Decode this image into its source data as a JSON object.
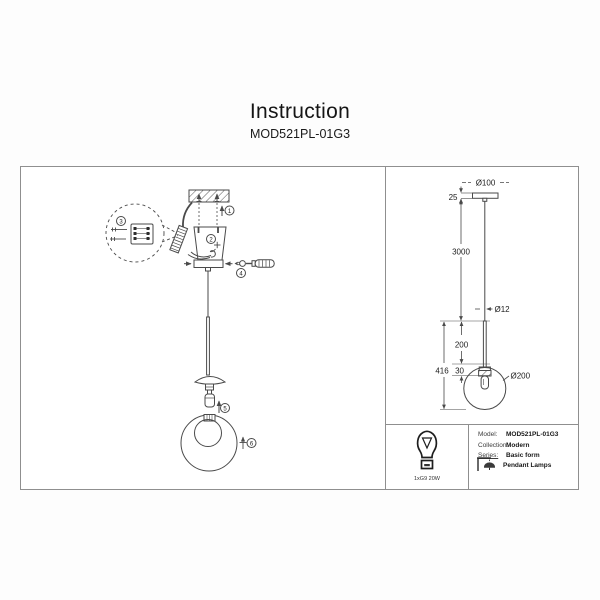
{
  "title": {
    "heading": "Instruction",
    "model": "MOD521PL-01G3"
  },
  "assembly": {
    "steps": [
      "1",
      "2",
      "3",
      "4",
      "5",
      "6"
    ]
  },
  "dimensions": {
    "canopy_diameter": "Ø100",
    "canopy_height": "25",
    "cable_length": "3000",
    "rod_diameter": "Ø12",
    "rod_length": "200",
    "socket_height": "30",
    "fixture_height": "416",
    "globe_diameter": "Ø200"
  },
  "spec_table": {
    "bulb_label": "1xG9 20W",
    "bulb_icon": "light-bulb-icon",
    "series_icon": "pendant-lamp-icon",
    "rows": [
      {
        "label": "Model:",
        "value": "MOD521PL-01G3"
      },
      {
        "label": "Collection:",
        "value": "Modern"
      },
      {
        "label": "Series:",
        "value": "Basic form"
      },
      {
        "label": "",
        "value": "Pendant Lamps"
      }
    ]
  },
  "colors": {
    "line": "#4a4a4a",
    "border": "#8f8f8f",
    "text": "#1c1c1c"
  }
}
